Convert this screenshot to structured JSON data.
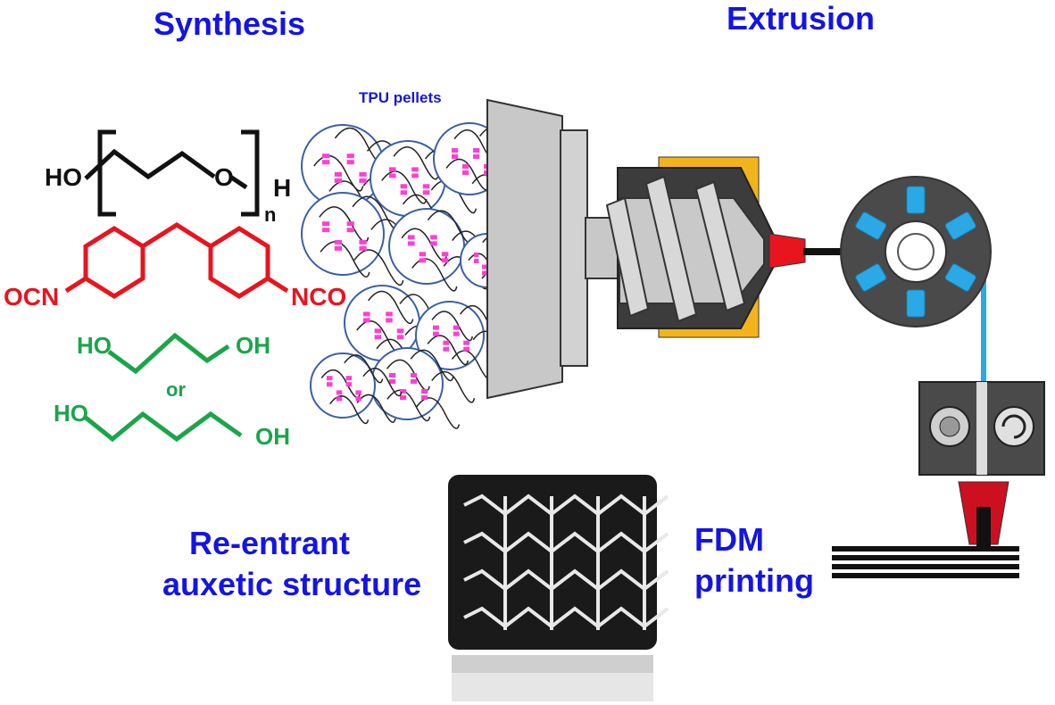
{
  "labels": {
    "synthesis": "Synthesis",
    "extrusion": "Extrusion",
    "tpu_pellets": "TPU pellets",
    "structure_line1": "Re-entrant",
    "structure_line2": "auxetic structure",
    "fdm_line1": "FDM",
    "fdm_line2": "printing"
  },
  "chemistry": {
    "polyol_left": "HO",
    "polyol_oxygen": "O",
    "polyol_right": "H",
    "polyol_subscript": "n",
    "diisocyanate_left": "OCN",
    "diisocyanate_right": "NCO",
    "diol1_left": "HO",
    "diol1_right": "OH",
    "or_word": "or",
    "diol2_left": "HO",
    "diol2_right": "OH"
  },
  "colors": {
    "title_blue": "#1414e6",
    "polyol_black": "#111111",
    "diisocyanate_red": "#e8141e",
    "chain_extender_green": "#1aa54a",
    "pellet_pink": "#ff3fd2",
    "spool_blue": "#2aa9e6",
    "barrel_yellow": "#f3b41b"
  }
}
